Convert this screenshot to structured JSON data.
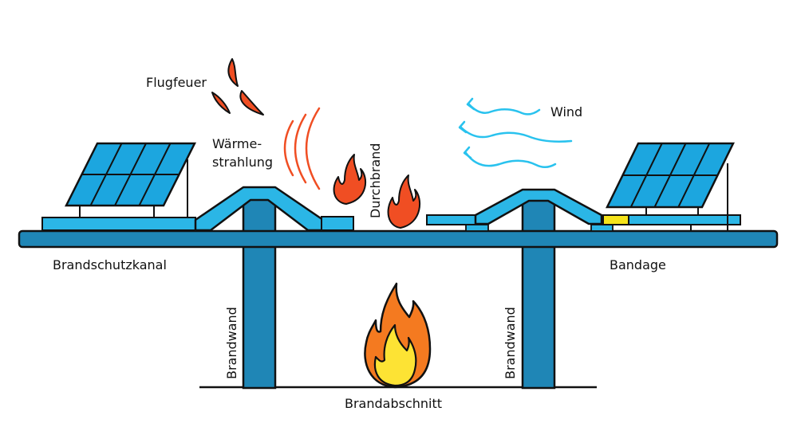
{
  "labels": {
    "flugfeuer": "Flugfeuer",
    "waerme_line1": "Wärme-",
    "waerme_line2": "strahlung",
    "durchbrand": "Durchbrand",
    "wind": "Wind",
    "brandschutzkanal": "Brandschutzkanal",
    "bandage": "Bandage",
    "brandwand_left": "Brandwand",
    "brandwand_right": "Brandwand",
    "brandabschnitt": "Brandabschnitt"
  },
  "colors": {
    "roof": "#1f86b6",
    "panel": "#1ca6df",
    "panel_frame": "#9ed8f0",
    "channel": "#2bb6e6",
    "outline": "#111111",
    "fire_red": "#f04e23",
    "fire_orange": "#f47a20",
    "fire_yellow": "#fde334",
    "heat": "#f04e23",
    "wind": "#29c2ee",
    "bandage": "#f5e31a"
  }
}
